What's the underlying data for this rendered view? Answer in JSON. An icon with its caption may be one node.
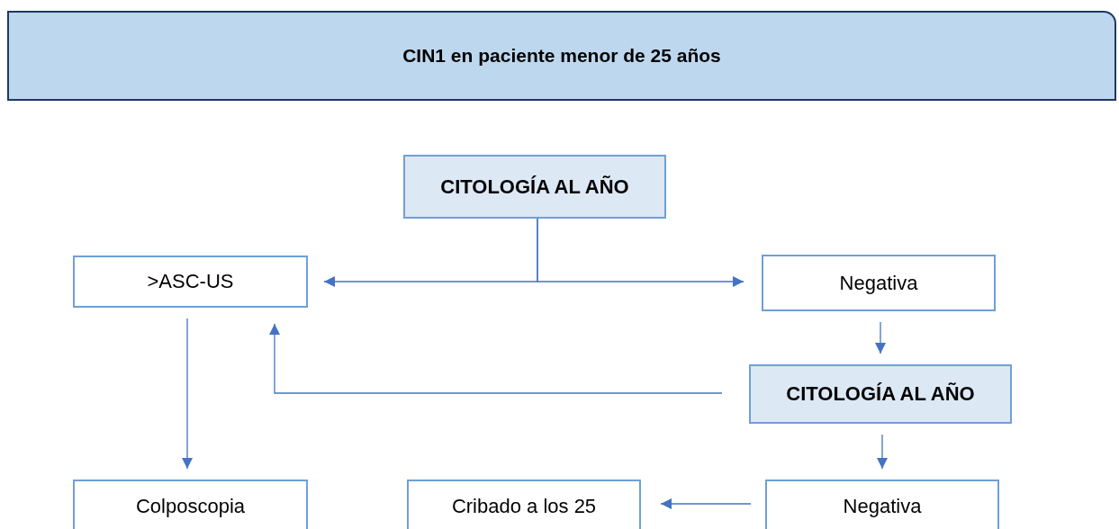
{
  "diagram": {
    "nodes": [
      {
        "text": [
          "CIN1 en paciente menor de 25 años"
        ]
      },
      {
        "text": [
          "CITOLOGÍA AL AÑO"
        ]
      },
      {
        "text": [
          ">ASC-US"
        ]
      },
      {
        "text": [
          "Negativa"
        ]
      },
      {
        "text": [
          "CITOLOGÍA AL AÑO"
        ]
      },
      {
        "text": [
          "Colposcopia"
        ]
      },
      {
        "text": [
          "Cribado a los 25"
        ]
      },
      {
        "text": [
          "Negativa"
        ]
      }
    ],
    "edges": [
      {
        "from": 1,
        "to": 2,
        "arrow": "to"
      },
      {
        "from": 1,
        "to": 3,
        "arrow": "to"
      },
      {
        "from": 3,
        "to": 4,
        "arrow": "to"
      },
      {
        "from": 4,
        "to": 2,
        "arrow": "to"
      },
      {
        "from": 2,
        "to": 5,
        "arrow": "to"
      },
      {
        "from": 4,
        "to": 7,
        "arrow": "to"
      },
      {
        "from": 7,
        "to": 6,
        "arrow": "to"
      }
    ]
  }
}
